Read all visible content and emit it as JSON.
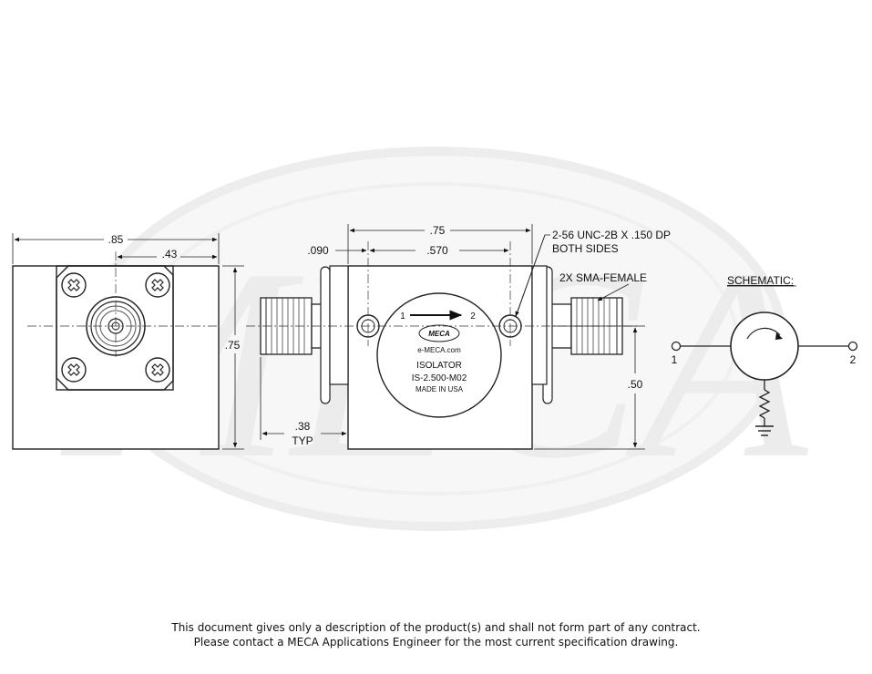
{
  "watermark": {
    "text": "MECA",
    "color": "#e8e8e8"
  },
  "side_view": {
    "dim_width": ".85",
    "dim_center": ".43",
    "dim_height": ".75"
  },
  "top_view": {
    "dim_overall": ".75",
    "dim_edge": ".090",
    "dim_holes": ".570",
    "dim_connector": ".38",
    "dim_connector_sub": "TYP",
    "dim_height": ".50",
    "note_thread_line1": "2-56 UNC-2B X .150 DP",
    "note_thread_line2": "BOTH SIDES",
    "note_connectors": "2X SMA-FEMALE"
  },
  "body_label": {
    "port_in": "1",
    "port_out": "2",
    "logo": "MECA",
    "website": "e-MECA.com",
    "type": "ISOLATOR",
    "part_number": "IS-2.500-M02",
    "origin": "MADE IN USA"
  },
  "schematic": {
    "title": "SCHEMATIC:",
    "port_1": "1",
    "port_2": "2"
  },
  "footer": {
    "line1": "This document gives only a description of the product(s) and shall not form part of any contract.",
    "line2": "Please contact a MECA Applications Engineer for the most current specification drawing."
  }
}
